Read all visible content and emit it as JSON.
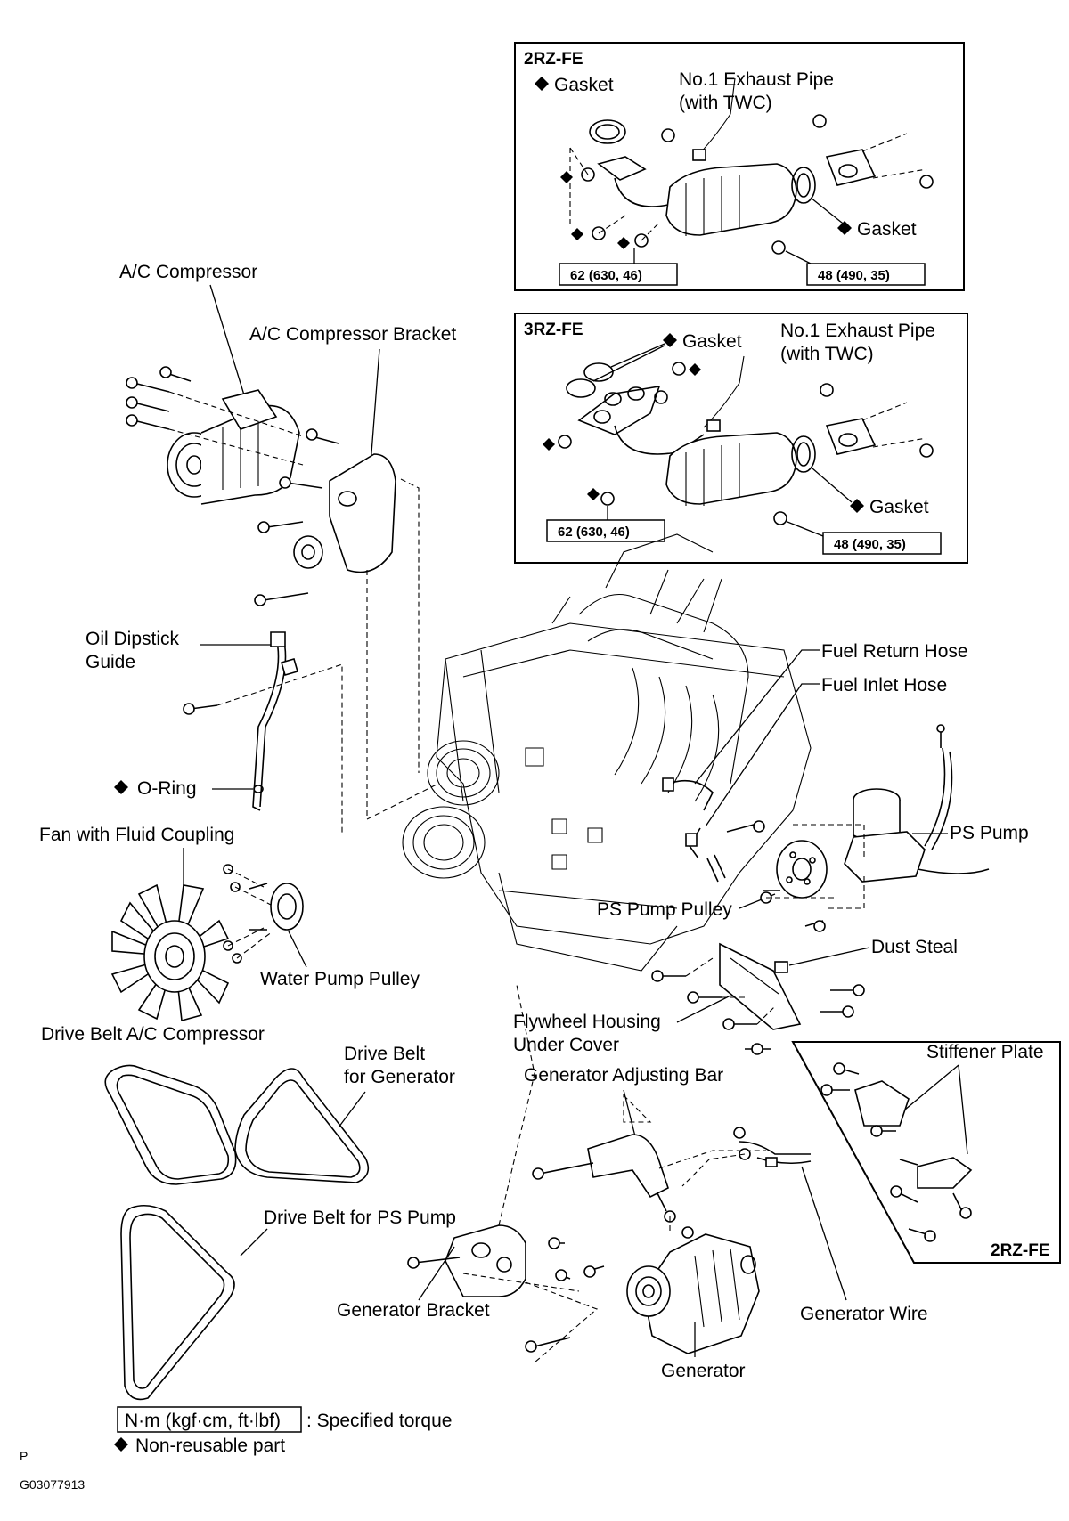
{
  "labels": {
    "ac_compressor": "A/C Compressor",
    "ac_compressor_bracket": "A/C Compressor Bracket",
    "oil_dipstick_guide_1": "Oil Dipstick",
    "oil_dipstick_guide_2": "Guide",
    "o_ring": "O-Ring",
    "fan_with_fluid_coupling": "Fan with Fluid Coupling",
    "water_pump_pulley": "Water Pump Pulley",
    "drive_belt_ac": "Drive Belt A/C Compressor",
    "drive_belt_gen_1": "Drive Belt",
    "drive_belt_gen_2": "for Generator",
    "drive_belt_ps": "Drive Belt for PS Pump",
    "generator_bracket": "Generator Bracket",
    "generator": "Generator",
    "generator_wire": "Generator Wire",
    "generator_adjusting_bar": "Generator Adjusting Bar",
    "flywheel_housing_1": "Flywheel Housing",
    "flywheel_housing_2": "Under Cover",
    "dust_steal": "Dust Steal",
    "ps_pump_pulley": "PS Pump Pulley",
    "ps_pump": "PS Pump",
    "fuel_return_hose": "Fuel Return Hose",
    "fuel_inlet_hose": "Fuel Inlet Hose",
    "stiffener_plate": "Stiffener Plate"
  },
  "inset_2rz": {
    "title": "2RZ-FE",
    "gasket_top": "Gasket",
    "exhaust_pipe_1": "No.1 Exhaust Pipe",
    "exhaust_pipe_2": "(with TWC)",
    "gasket_right": "Gasket",
    "torque_left": "62 (630, 46)",
    "torque_right": "48 (490, 35)"
  },
  "inset_3rz": {
    "title": "3RZ-FE",
    "gasket_top": "Gasket",
    "exhaust_pipe_1": "No.1 Exhaust Pipe",
    "exhaust_pipe_2": "(with TWC)",
    "gasket_right": "Gasket",
    "torque_left": "62 (630, 46)",
    "torque_right": "48 (490, 35)"
  },
  "inset_stiffener": {
    "title": "2RZ-FE"
  },
  "legend": {
    "torque_units": "N·m (kgf·cm, ft·lbf)",
    "torque_desc": ": Specified torque",
    "nonreusable": "Non-reusable part"
  },
  "footer": {
    "letter": "P",
    "figure_id": "G03077913"
  }
}
